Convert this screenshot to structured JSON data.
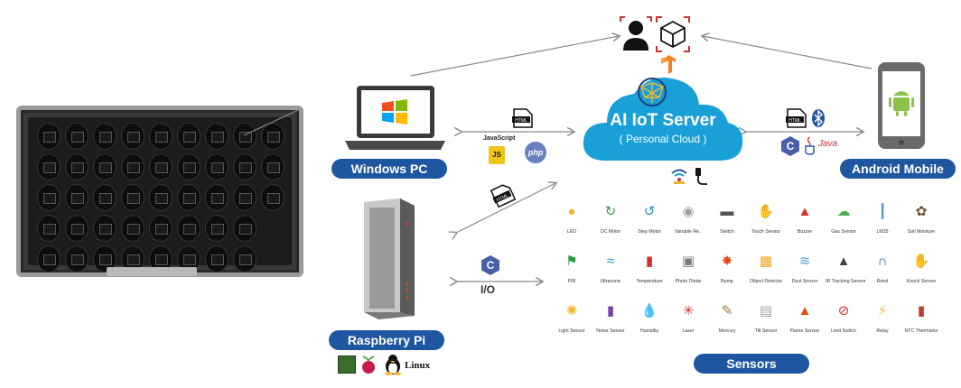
{
  "labels": {
    "windows_pc": "Windows PC",
    "raspberry_pi": "Raspberry Pi",
    "android_mobile": "Android Mobile",
    "sensors": "Sensors",
    "server_title": "AI IoT Server",
    "server_sub": "( Personal Cloud )",
    "io": "I/O",
    "linux": "Linux",
    "javascript": "JavaScript",
    "js": "JS",
    "php": "php",
    "java": "Java",
    "c": "C"
  },
  "sensors": [
    {
      "label": "LED",
      "icon": "led-icon",
      "color": "#f2b632"
    },
    {
      "label": "DC Motor",
      "icon": "dc-motor-icon",
      "color": "#3fa34d"
    },
    {
      "label": "Step Motor",
      "icon": "step-motor-icon",
      "color": "#2a8fbd"
    },
    {
      "label": "Variable Re..",
      "icon": "variable-resistor-icon",
      "color": "#9e9e9e"
    },
    {
      "label": "Switch",
      "icon": "switch-icon",
      "color": "#555555"
    },
    {
      "label": "Touch Sensor",
      "icon": "touch-sensor-icon",
      "color": "#3fa34d"
    },
    {
      "label": "Buzzer",
      "icon": "buzzer-icon",
      "color": "#d32f2f"
    },
    {
      "label": "Gas Sensor",
      "icon": "gas-sensor-icon",
      "color": "#4caf50"
    },
    {
      "label": "LM35",
      "icon": "lm35-icon",
      "color": "#5c8fd6"
    },
    {
      "label": "Soil Moisture",
      "icon": "soil-moisture-icon",
      "color": "#6d4c2f"
    },
    {
      "label": "PIR",
      "icon": "pir-icon",
      "color": "#2e9e3e"
    },
    {
      "label": "Ultrasonic",
      "icon": "ultrasonic-icon",
      "color": "#1f8fc0"
    },
    {
      "label": "Temperature",
      "icon": "temperature-icon",
      "color": "#d32f2f"
    },
    {
      "label": "Photo Diode",
      "icon": "photo-diode-icon",
      "color": "#7a7a7a"
    },
    {
      "label": "Bump",
      "icon": "bump-icon",
      "color": "#e64a19"
    },
    {
      "label": "Object Detector",
      "icon": "object-detector-icon",
      "color": "#f0a020"
    },
    {
      "label": "Dust Sensor",
      "icon": "dust-sensor-icon",
      "color": "#5a9fd4"
    },
    {
      "label": "IR Tracking Sensor",
      "icon": "ir-tracking-icon",
      "color": "#444444"
    },
    {
      "label": "Reed",
      "icon": "reed-icon",
      "color": "#2a5fa8"
    },
    {
      "label": "Knock Sensor",
      "icon": "knock-sensor-icon",
      "color": "#f0a060"
    },
    {
      "label": "Light Sensor",
      "icon": "light-sensor-icon",
      "color": "#f2b632"
    },
    {
      "label": "Noise Sensor",
      "icon": "noise-sensor-icon",
      "color": "#7b3fa8"
    },
    {
      "label": "Humidity",
      "icon": "humidity-icon",
      "color": "#2a8fbd"
    },
    {
      "label": "Laser",
      "icon": "laser-icon",
      "color": "#d32f2f"
    },
    {
      "label": "Mercury",
      "icon": "mercury-icon",
      "color": "#a0703a"
    },
    {
      "label": "Tilt Sensor",
      "icon": "tilt-sensor-icon",
      "color": "#9e9e9e"
    },
    {
      "label": "Flame Sensor",
      "icon": "flame-sensor-icon",
      "color": "#e64a19"
    },
    {
      "label": "Limit Switch",
      "icon": "limit-switch-icon",
      "color": "#d32f2f"
    },
    {
      "label": "Relay",
      "icon": "relay-icon",
      "color": "#f2b632"
    },
    {
      "label": "NTC Thermistor",
      "icon": "ntc-thermistor-icon",
      "color": "#c0392b"
    }
  ],
  "colors": {
    "pill": "#1e56a0",
    "cloud": "#1aa0d8",
    "arrow": "#8a8a8a",
    "windows_red": "#f25022",
    "windows_green": "#7fba00",
    "windows_blue": "#00a4ef",
    "windows_yellow": "#ffb900"
  }
}
